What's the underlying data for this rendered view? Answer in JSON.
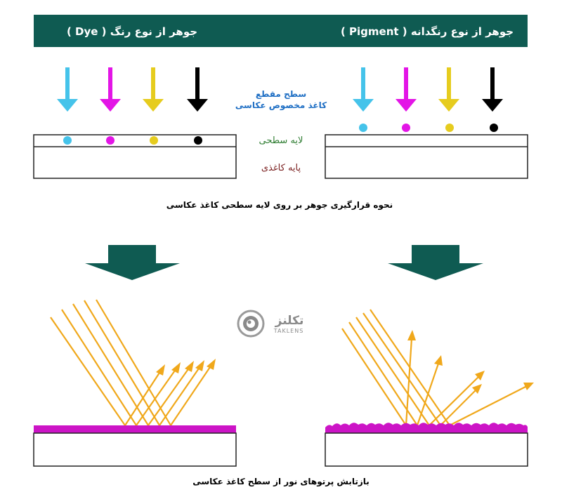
{
  "header": {
    "left_title": "جوهر از نوع رنگ ( Dye )",
    "right_title": "جوهر از نوع رنگدانه ( Pigment )",
    "background_color": "#0f5b52",
    "text_color": "#ffffff"
  },
  "labels": {
    "paper_surface_line1": "سطح مقطع",
    "paper_surface_line2": "کاغذ مخصوص عکاسی",
    "surface_layer": "لایه سطحی",
    "paper_base": "پایه کاغذی",
    "caption_top": "نحوه قرارگیری جوهر بر روی لایه سطحی کاغذ عکاسی",
    "caption_bottom": "بازتابش پرتوهای نور از سطح کاغذ عکاسی",
    "logo_fa": "تکلنز",
    "logo_en": "TAKLENS"
  },
  "colors": {
    "cyan": "#45c3ea",
    "magenta": "#e315e6",
    "yellow": "#e6cc1e",
    "black": "#000000",
    "blue_label": "#1f6fc4",
    "green_label": "#2f7d32",
    "brown_label": "#7a1f1f",
    "teal_arrow": "#0f5b52",
    "light_ray": "#f0a81b",
    "dye_layer": "#cc14c6"
  },
  "icons": {
    "ink_arrows": [
      "cyan-arrow-icon",
      "magenta-arrow-icon",
      "yellow-arrow-icon",
      "black-arrow-icon"
    ],
    "big_arrow": "down-arrow-icon",
    "logo": "camera-lens-logo-icon"
  }
}
